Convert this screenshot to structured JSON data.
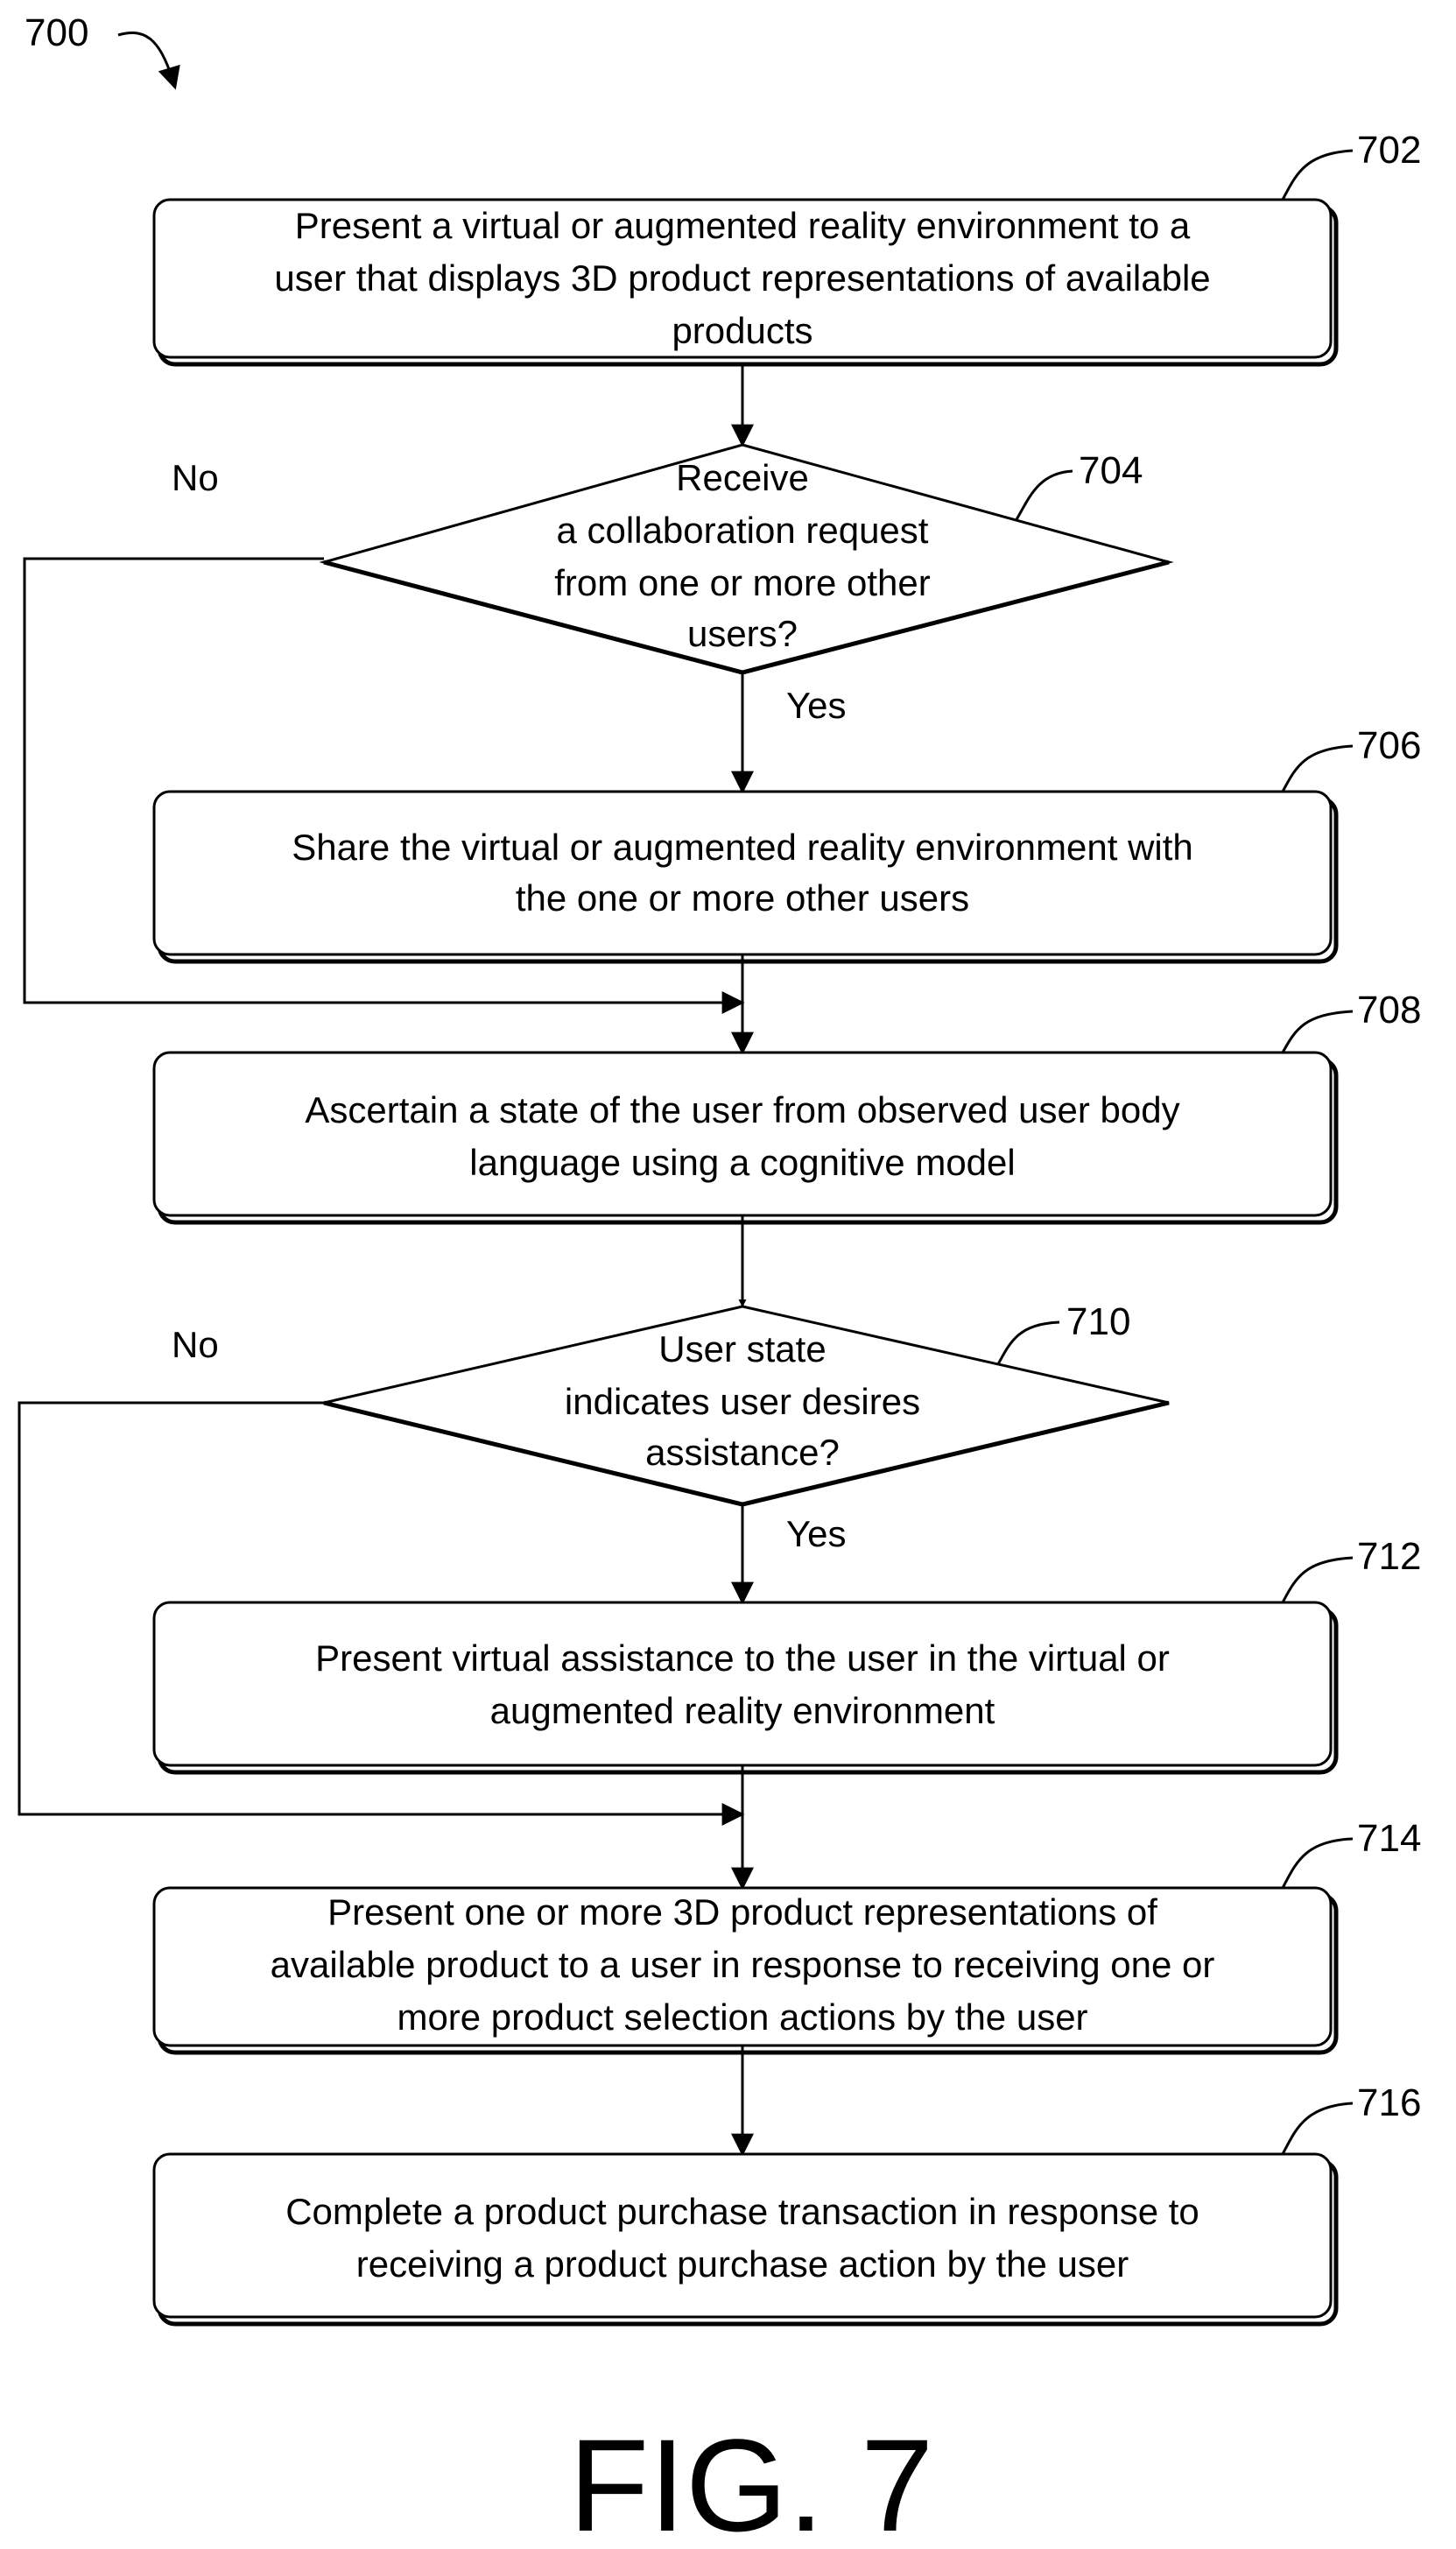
{
  "figure_ref": "700",
  "figure_label": "FIG. 7",
  "steps": [
    {
      "ref": "702",
      "lines": [
        "Present a virtual or augmented reality environment to a",
        "user that displays 3D product representations of available",
        "products"
      ]
    },
    {
      "ref": "704",
      "lines": [
        "Receive",
        "a collaboration request",
        "from one or more other",
        "users?"
      ]
    },
    {
      "ref": "706",
      "lines": [
        "Share the virtual or augmented reality environment with",
        "the one or more other users"
      ]
    },
    {
      "ref": "708",
      "lines": [
        "Ascertain a state of the user from observed user body",
        "language using a cognitive model"
      ]
    },
    {
      "ref": "710",
      "lines": [
        "User state",
        "indicates user desires",
        "assistance?"
      ]
    },
    {
      "ref": "712",
      "lines": [
        "Present virtual assistance to the user in the virtual or",
        "augmented reality environment"
      ]
    },
    {
      "ref": "714",
      "lines": [
        "Present one or more 3D product representations of",
        "available product to a user in response to receiving one or",
        "more product selection actions by the user"
      ]
    },
    {
      "ref": "716",
      "lines": [
        "Complete a product purchase transaction in response to",
        "receiving a product purchase action by the user"
      ]
    }
  ],
  "branch_labels": {
    "d704_no": "No",
    "d704_yes": "Yes",
    "d710_no": "No",
    "d710_yes": "Yes"
  }
}
